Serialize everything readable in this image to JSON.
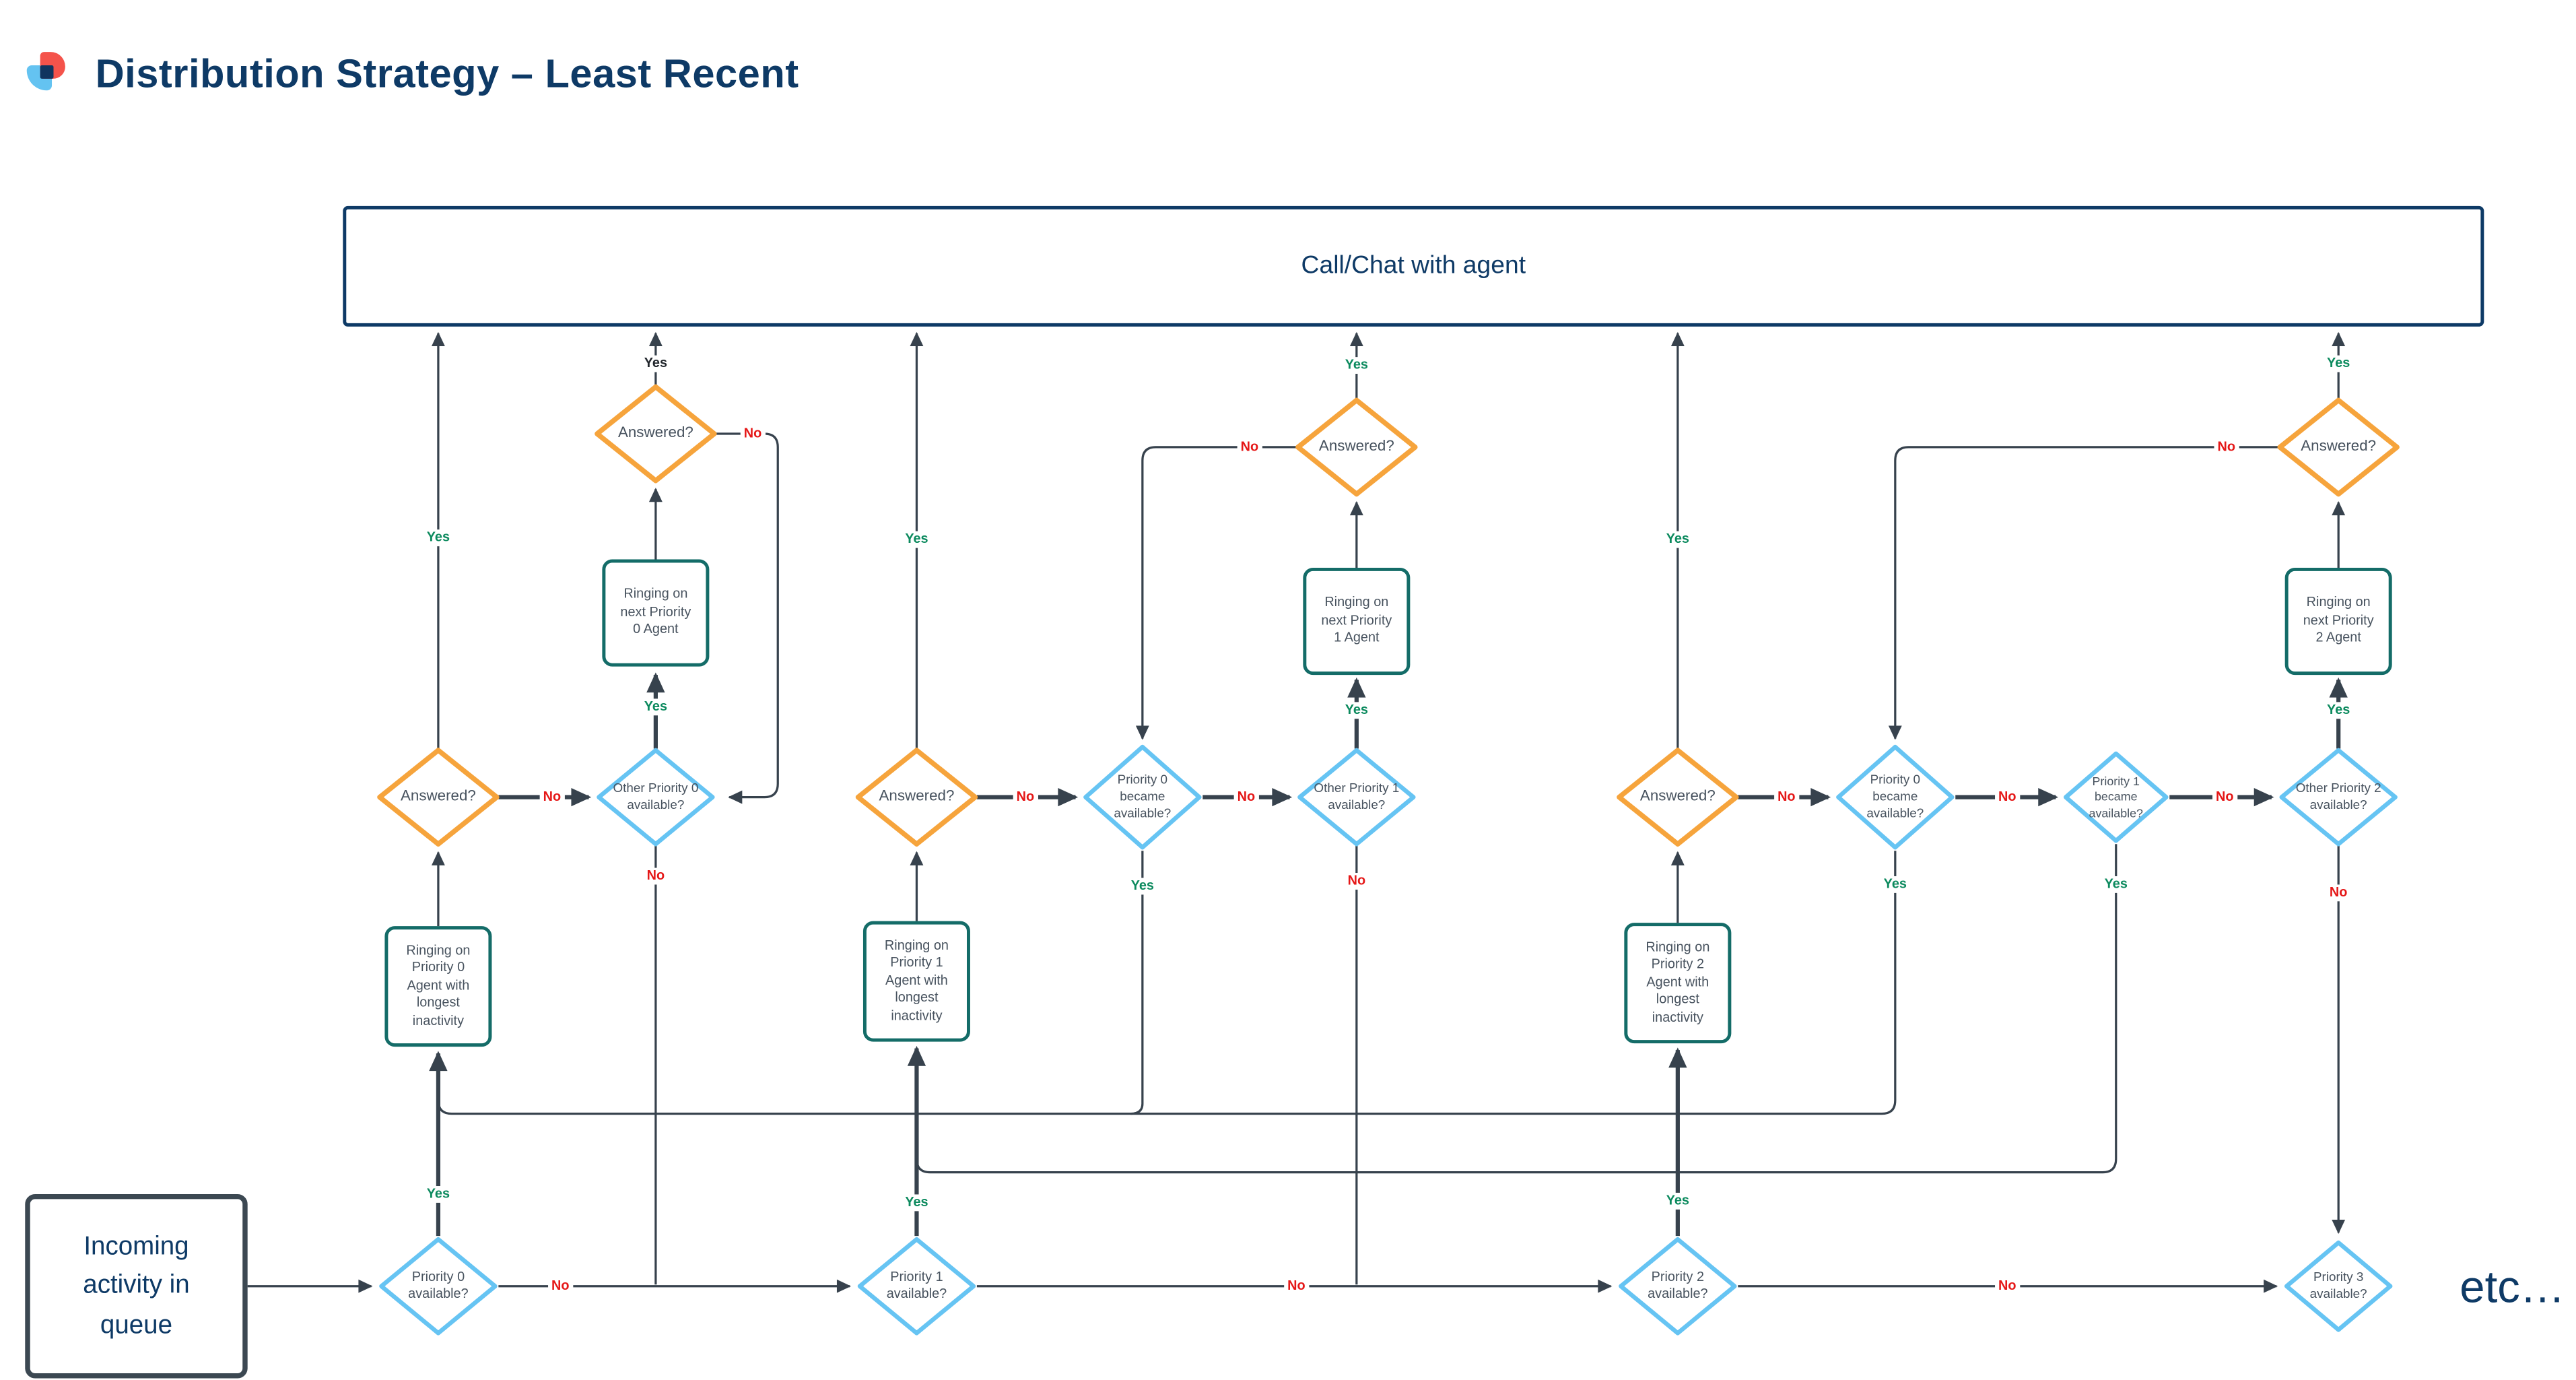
{
  "header": {
    "title": "Distribution Strategy – Least Recent"
  },
  "nodes": {
    "call_chat": {
      "label": "Call/Chat with agent"
    },
    "incoming": {
      "label": "Incoming activity in queue"
    },
    "etc": {
      "label": "etc…"
    },
    "answered": {
      "label": "Answered?"
    },
    "other_p0": {
      "label": "Other Priority 0 available?"
    },
    "other_p1": {
      "label": "Other Priority 1 available?"
    },
    "other_p2": {
      "label": "Other Priority 2 available?"
    },
    "p0_became": {
      "label": "Priority 0 became available?"
    },
    "p1_became": {
      "label": "Priority 1 became available?"
    },
    "p0_avail": {
      "label": "Priority 0 available?"
    },
    "p1_avail": {
      "label": "Priority 1 available?"
    },
    "p2_avail": {
      "label": "Priority 2 available?"
    },
    "p3_avail": {
      "label": "Priority 3 available?"
    },
    "ring_next_p0": {
      "label": "Ringing on next Priority 0 Agent"
    },
    "ring_next_p1": {
      "label": "Ringing on next Priority 1 Agent"
    },
    "ring_next_p2": {
      "label": "Ringing on next Priority 2 Agent"
    },
    "ring_longest_p0": {
      "label": "Ringing on Priority 0 Agent with longest inactivity"
    },
    "ring_longest_p1": {
      "label": "Ringing on Priority 1 Agent with longest inactivity"
    },
    "ring_longest_p2": {
      "label": "Ringing on Priority 2 Agent with longest inactivity"
    }
  },
  "edge_labels": {
    "yes": "Yes",
    "no": "No"
  },
  "colors": {
    "navy": "#0e3a66",
    "diamond_orange": "#f6a43c",
    "diamond_blue": "#66c4f3",
    "process_teal": "#146c68",
    "start_border": "#3c4852",
    "edge": "#37424d",
    "yes_green": "#0c8a5e",
    "no_red": "#e51717",
    "logo_red": "#f4534b",
    "logo_blue": "#64c3f1",
    "logo_navy": "#10355f"
  }
}
